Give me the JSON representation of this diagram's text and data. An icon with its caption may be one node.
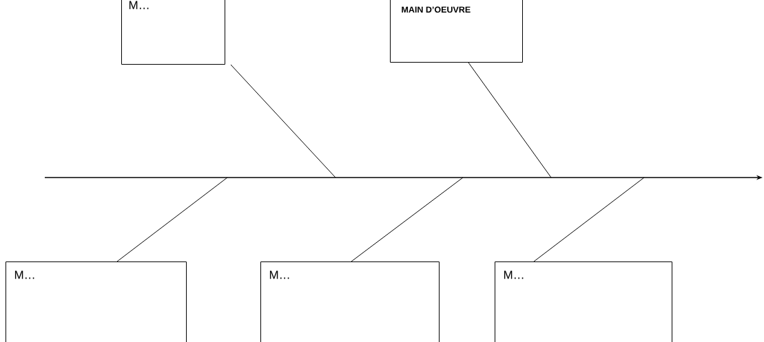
{
  "diagram": {
    "nodes": [
      {
        "text": [
          "M…"
        ]
      },
      {
        "text": [
          "MAIN D’OEUVRE"
        ]
      },
      {
        "text": [
          "M…"
        ]
      },
      {
        "text": [
          "M…"
        ]
      },
      {
        "text": [
          "M…"
        ]
      }
    ],
    "edges": [
      {
        "from": 0,
        "to": null,
        "arrow": "none"
      },
      {
        "from": 1,
        "to": null,
        "arrow": "none"
      },
      {
        "from": 2,
        "to": null,
        "arrow": "none"
      },
      {
        "from": 3,
        "to": null,
        "arrow": "none"
      },
      {
        "from": 4,
        "to": null,
        "arrow": "none"
      }
    ]
  }
}
